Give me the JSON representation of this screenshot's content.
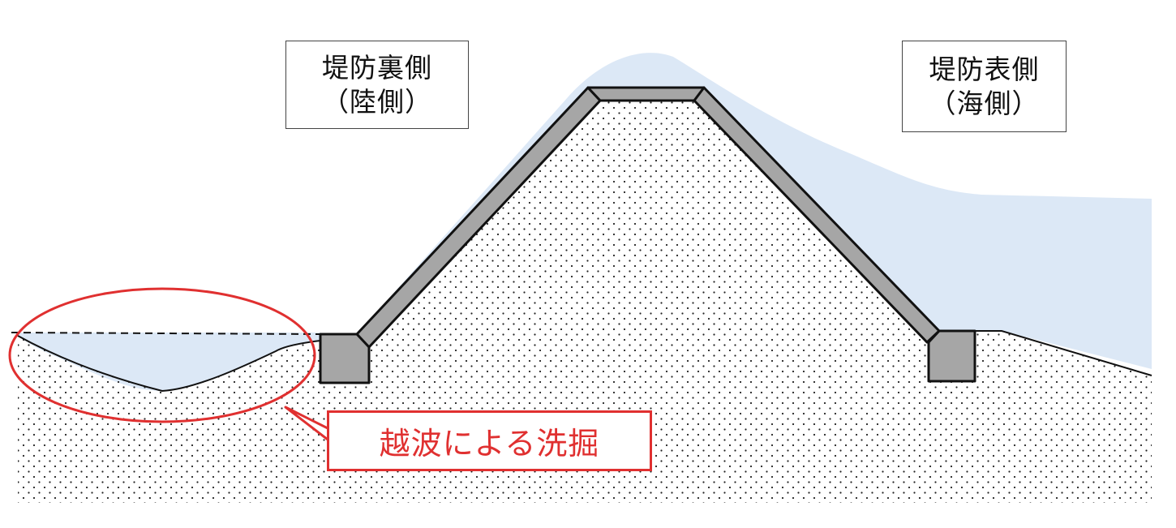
{
  "labels": {
    "land_side_line1": "堤防裏側",
    "land_side_line2": "（陸側）",
    "sea_side_line1": "堤防表側",
    "sea_side_line2": "（海側）",
    "scour_callout": "越波による洗掘"
  },
  "colors": {
    "water": "#dce8f6",
    "armor": "#a6a6a6",
    "outline": "#111111",
    "highlight": "#e03030",
    "soil_dot": "#222222"
  }
}
